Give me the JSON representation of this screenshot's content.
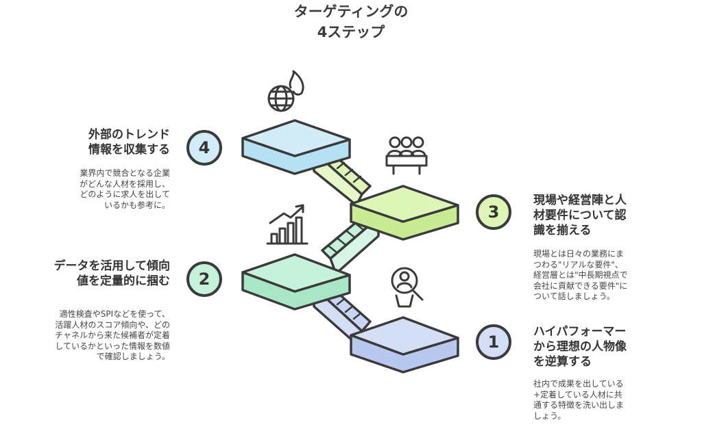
{
  "title": {
    "line1": "ターゲティングの",
    "line2": "4ステップ"
  },
  "steps": [
    {
      "number": "1",
      "title_lines": [
        "ハイパフォーマー",
        "から理想の人物像",
        "を逆算する"
      ],
      "desc_lines": [
        "社内で成果を出している",
        "+定着している人材に共",
        "通する特徴を洗い出しま",
        "しょう。"
      ],
      "color": "#d4dff6",
      "icon": "person-magnifier-icon"
    },
    {
      "number": "2",
      "title_lines": [
        "データを活用して傾向",
        "値を定量的に掴む"
      ],
      "desc_lines": [
        "適性検査やSPIなどを使って、",
        "活躍人材のスコア傾向や、どの",
        "チャネルから来た候補者が定着",
        "しているかといった情報を数値",
        "で確認しましょう。"
      ],
      "color": "#c6f2dc",
      "icon": "bar-chart-icon"
    },
    {
      "number": "3",
      "title_lines": [
        "現場や経営陣と人",
        "材要件について認",
        "識を揃える"
      ],
      "desc_lines": [
        "現場とは日々の業務にま",
        "つわる\"リアルな要件\"、",
        "経営層とは\"中長期視点で",
        "会社に貢献できる要件\"に",
        "ついて話しましょう。"
      ],
      "color": "#def5b8",
      "icon": "meeting-people-icon"
    },
    {
      "number": "4",
      "title_lines": [
        "外部のトレンド",
        "情報を収集する"
      ],
      "desc_lines": [
        "業界内で競合となる企業",
        "がどんな人材を採用し、",
        "どのように求人を出して",
        "いるかも参考に。"
      ],
      "color": "#d2edf7",
      "icon": "globe-fire-icon"
    }
  ]
}
